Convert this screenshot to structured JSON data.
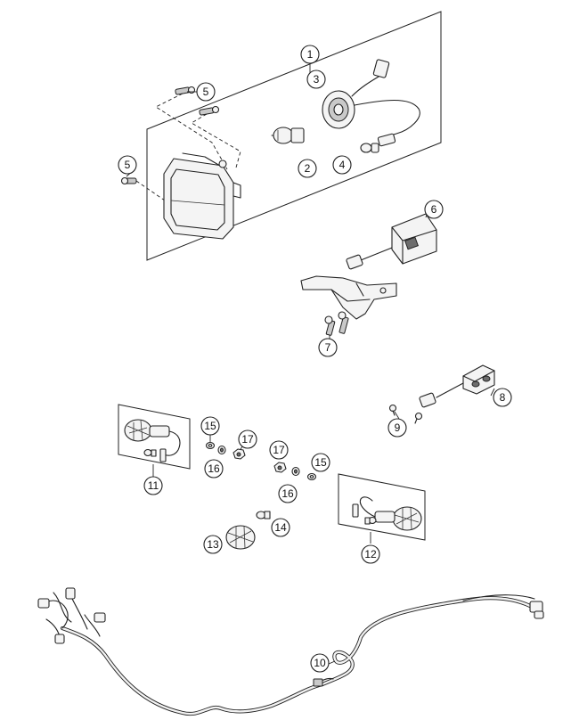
{
  "callouts": {
    "c1": "1",
    "c2": "2",
    "c3": "3",
    "c4": "4",
    "c5a": "5",
    "c5b": "5",
    "c6": "6",
    "c7": "7",
    "c8": "8",
    "c9": "9",
    "c10": "10",
    "c11": "11",
    "c12": "12",
    "c13": "13",
    "c14": "14",
    "c15a": "15",
    "c15b": "15",
    "c16a": "16",
    "c16b": "16",
    "c17a": "17",
    "c17b": "17"
  },
  "icons": {
    "headlight": "headlight-assembly-icon",
    "bulb": "bulb-icon",
    "socket": "bulb-socket-icon",
    "bracket": "mounting-bracket-icon",
    "license_lamp": "license-plate-lamp-icon",
    "turn_signal": "turn-signal-icon",
    "wiring": "wiring-harness-icon"
  }
}
